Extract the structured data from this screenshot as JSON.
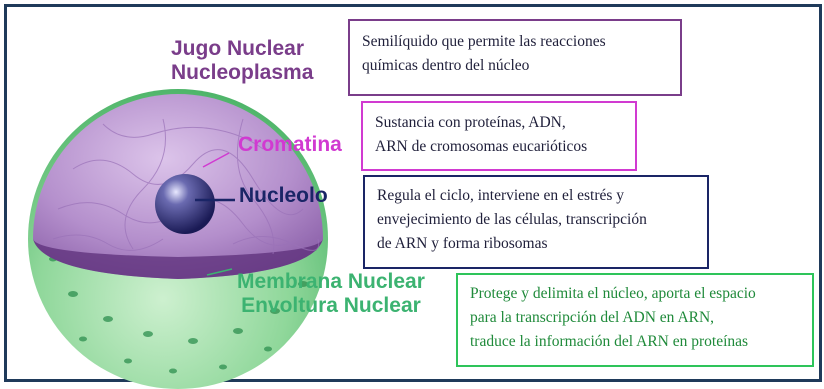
{
  "labels": {
    "jugo_nuclear": "Jugo Nuclear",
    "nucleoplasma": "Nucleoplasma",
    "cromatina": "Cromatina",
    "nucleolo": "Nucleolo",
    "membrana_nuclear": "Membrana Nuclear",
    "envoltura_nuclear": "Envoltura Nuclear"
  },
  "descriptions": {
    "nucleoplasma": [
      "Semilíquido que permite las reacciones",
      "químicas dentro del núcleo"
    ],
    "cromatina": [
      "Sustancia con proteínas, ADN,",
      "ARN de cromosomas eucarióticos"
    ],
    "nucleolo": [
      "Regula el ciclo, interviene en el estrés y",
      "envejecimiento de las células,  transcripción",
      "de ARN y forma ribosomas"
    ],
    "membrana": [
      "Protege y delimita el  núcleo, aporta el espacio",
      "para la transcripción del ADN en   ARN,",
      "traduce la información del ARN en proteínas"
    ]
  },
  "colors": {
    "border": "#1f3a5a",
    "purple_label": "#7a3d8a",
    "magenta": "#d13ad1",
    "navy": "#1a2566",
    "green": "#3cb371",
    "box_purple": "#7a3d8a",
    "box_magenta": "#d13ad1",
    "box_navy": "#1a2566",
    "box_green": "#2ec45a"
  }
}
